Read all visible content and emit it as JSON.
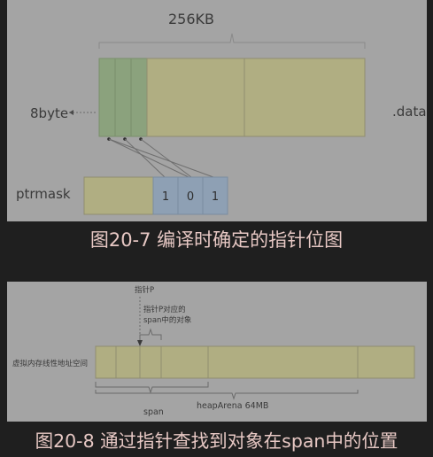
{
  "figure1": {
    "size_label": "256KB",
    "byte_label": "8byte",
    "data_label": ".data",
    "mask_label": "ptrmask",
    "bits": [
      "1",
      "0",
      "1"
    ],
    "caption": "图20-7 编译时确定的指针位图"
  },
  "figure2": {
    "pointer_label": "指针P",
    "object_label_1": "指针P对应的",
    "object_label_2": "span中的对象",
    "space_label": "虚拟内存线性地址空间",
    "span_label": "span",
    "arena_label": "heapArena 64MB",
    "caption": "图20-8 通过指针查找到对象在span中的位置"
  },
  "colors": {
    "background": "#1f1f1f",
    "panel": "#a4a4a4",
    "data_block": "#b0ae82",
    "pointer_words": "#8ba27d",
    "mask_bits": "#8ea0b4",
    "caption_text": "#e7c8c4"
  }
}
